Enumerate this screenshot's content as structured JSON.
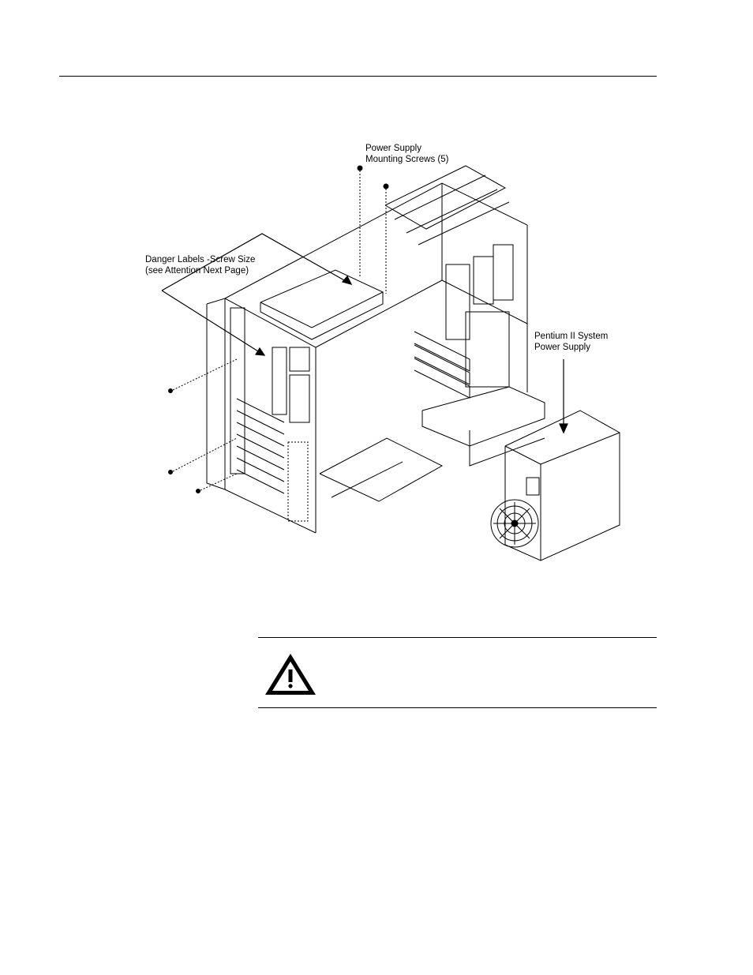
{
  "figure": {
    "callouts": {
      "mounting_screws": [
        "Power Supply",
        "Mounting Screws (5)"
      ],
      "danger_labels": [
        "Danger Labels -Screw Size",
        "(see Attention Next Page)"
      ],
      "power_supply": [
        "Pentium II System",
        "Power Supply"
      ]
    }
  },
  "warning": {
    "icon": "warning-triangle-icon"
  },
  "colors": {
    "ink": "#000000",
    "paper": "#ffffff"
  }
}
